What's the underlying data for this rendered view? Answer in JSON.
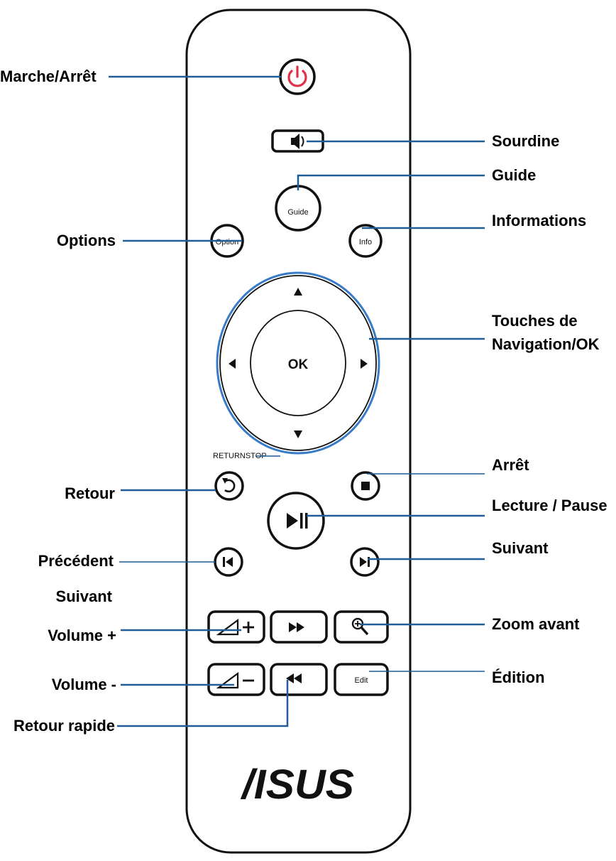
{
  "colors": {
    "leader_line": "#1f5d98",
    "power_icon": "#e0304a",
    "dpad_ring": "#3a7bc8",
    "outline": "#111111"
  },
  "remote": {
    "buttons": {
      "guide": "Guide",
      "option": "Option",
      "info": "Info",
      "ok": "OK",
      "edit": "Edit"
    },
    "caption_return_stop": "RETURNSTOP",
    "brand": "/ISUS",
    "icons": [
      "power-icon",
      "mute-icon",
      "up-arrow-icon",
      "down-arrow-icon",
      "left-arrow-icon",
      "right-arrow-icon",
      "return-icon",
      "stop-icon",
      "play-pause-icon",
      "previous-icon",
      "next-icon",
      "volume-up-icon",
      "fast-forward-icon",
      "zoom-in-icon",
      "volume-down-icon",
      "rewind-icon"
    ]
  },
  "labels": {
    "power": "Marche/Arrêt",
    "mute": "Sourdine",
    "guide": "Guide",
    "options": "Options",
    "info": "Informations",
    "nav_line1": "Touches de",
    "nav_line2": "Navigation/OK",
    "stop": "Arrêt",
    "return": "Retour",
    "play_pause": "Lecture / Pause",
    "next": "Suivant",
    "previous": "Précédent",
    "previous_line2": "Suivant",
    "volume_up": "Volume +",
    "zoom_in": "Zoom avant",
    "volume_down": "Volume -",
    "edit": "Édition",
    "rewind": "Retour rapide"
  }
}
